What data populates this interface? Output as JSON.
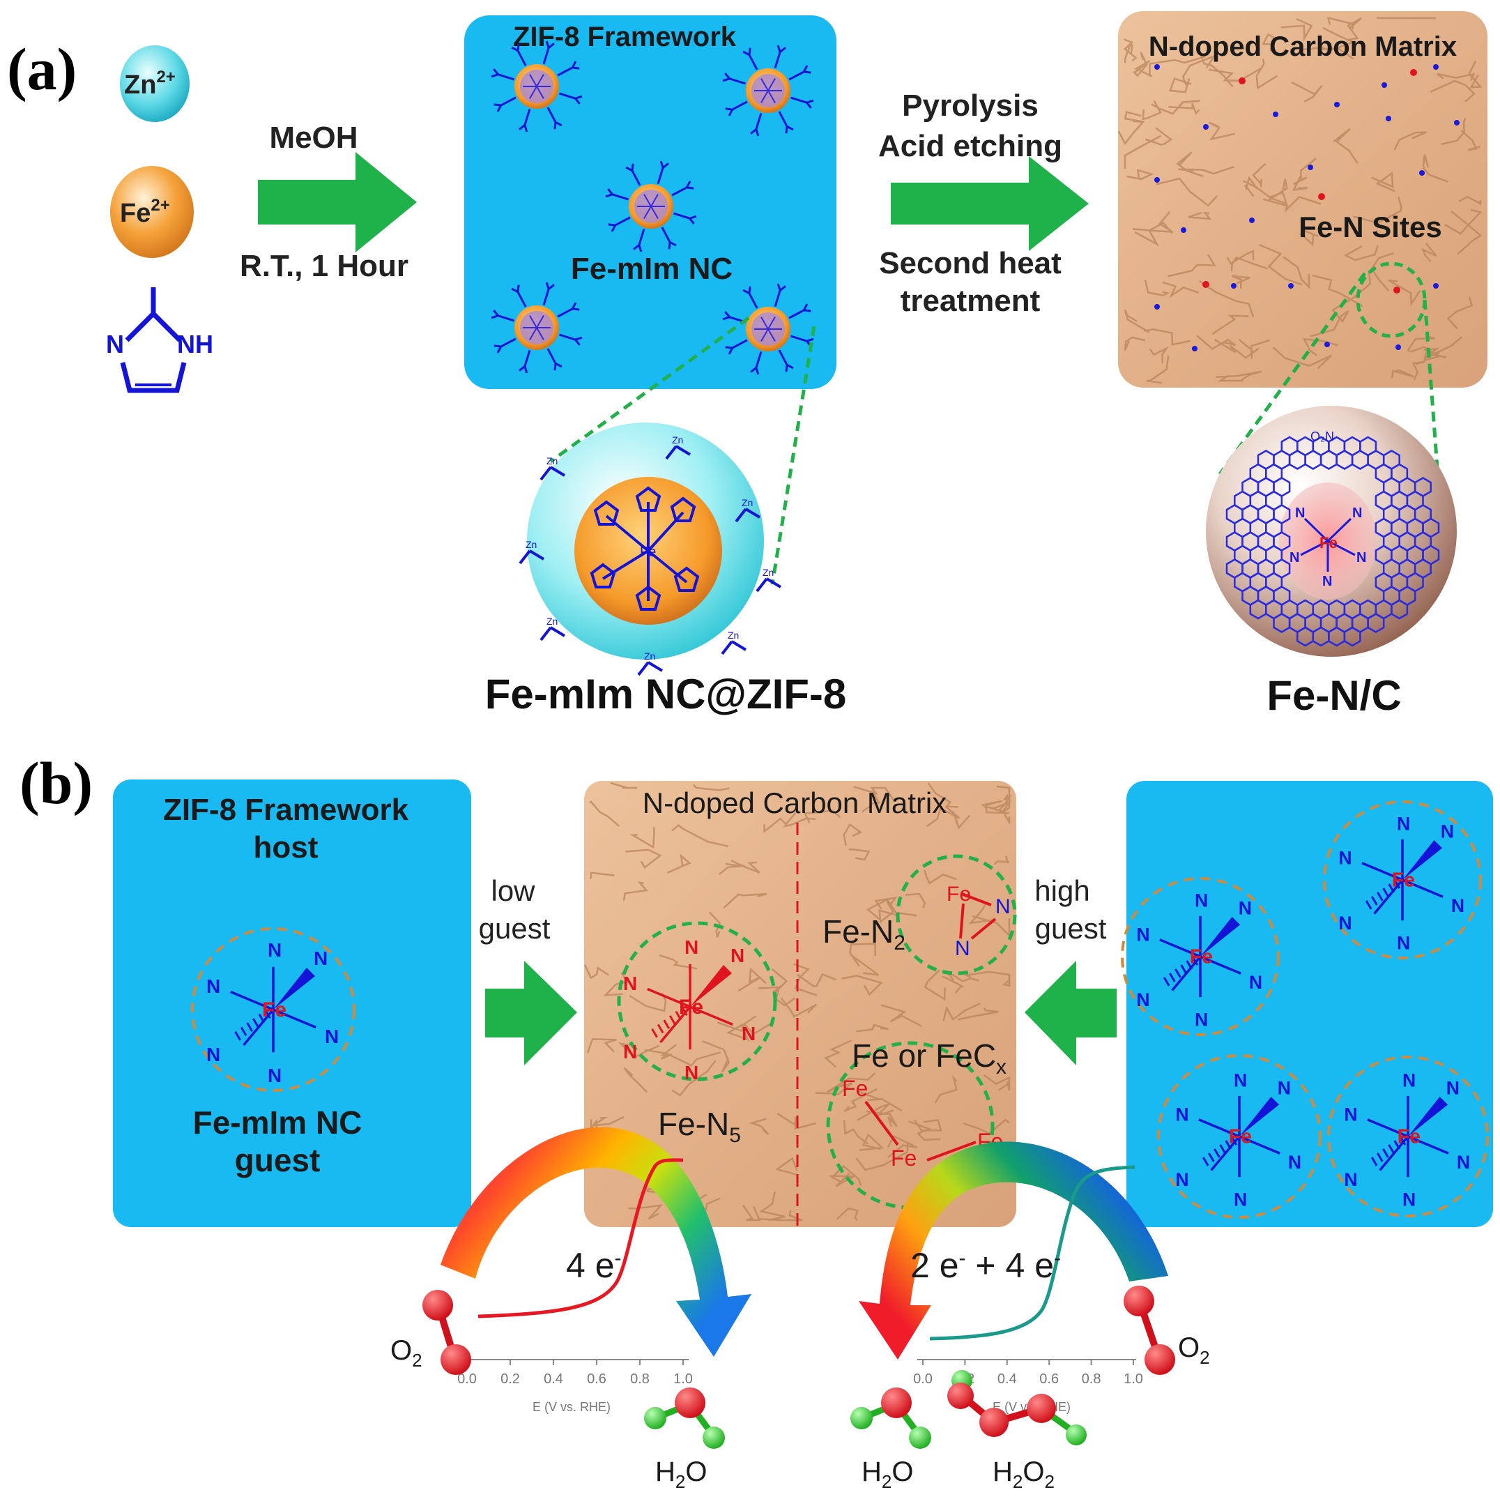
{
  "panel_a": {
    "label": "(a)",
    "zn": "Zn",
    "zn_sup": "2+",
    "fe": "Fe",
    "fe_sup": "2+",
    "mim_n": "N",
    "mim_nh": "NH",
    "step1_top": "MeOH",
    "step1_bottom": "R.T., 1 Hour",
    "zif_title": "ZIF-8 Framework",
    "femim_label": "Fe-mIm NC",
    "step2_line1": "Pyrolysis",
    "step2_line2": "Acid etching",
    "step2_line3": "Second heat",
    "step2_line4": "treatment",
    "carbon_title": "N-doped Carbon Matrix",
    "fen_sites": "Fe-N Sites",
    "core_label": "Fe-mIm NC@ZIF-8",
    "fenc_label": "Fe-N/C"
  },
  "panel_b": {
    "label": "(b)",
    "host_title_1": "ZIF-8 Framework",
    "host_title_2": "host",
    "guest_1": "Fe-mIm NC",
    "guest_2": "guest",
    "low_1": "low",
    "low_2": "guest",
    "high_1": "high",
    "high_2": "guest",
    "carbon_title": "N-doped Carbon Matrix",
    "fe_n5": "Fe-N",
    "fe_n5_sub": "5",
    "fe_n2": "Fe-N",
    "fe_n2_sub": "2",
    "fe_fecx": "Fe or FeC",
    "fe_fecx_sub": "x",
    "fe": "Fe",
    "n": "N",
    "left_e": "4 e",
    "right_e1": "2 e",
    "right_e2": " + 4 e",
    "e_sup": "-",
    "o2": "O",
    "two": "2",
    "h2o": "H",
    "h2o_o": "O",
    "h2o2": "H",
    "h2o2_o": "O",
    "axis_label_left": "E (V vs. RHE)",
    "axis_label_right": "E (V vs. RHE)",
    "axis_ticks": [
      "0.0",
      "0.2",
      "0.4",
      "0.6",
      "0.8",
      "1.0"
    ]
  },
  "colors": {
    "sky": "#13B8F2",
    "sand": "#E6B68A",
    "arrow_green": "#1FB24A",
    "dash_green": "#22B04B",
    "dash_orange": "#D08A3E",
    "struct_blue": "#1414D8",
    "struct_red": "#E0141E",
    "teal": "#1A9A8A"
  }
}
